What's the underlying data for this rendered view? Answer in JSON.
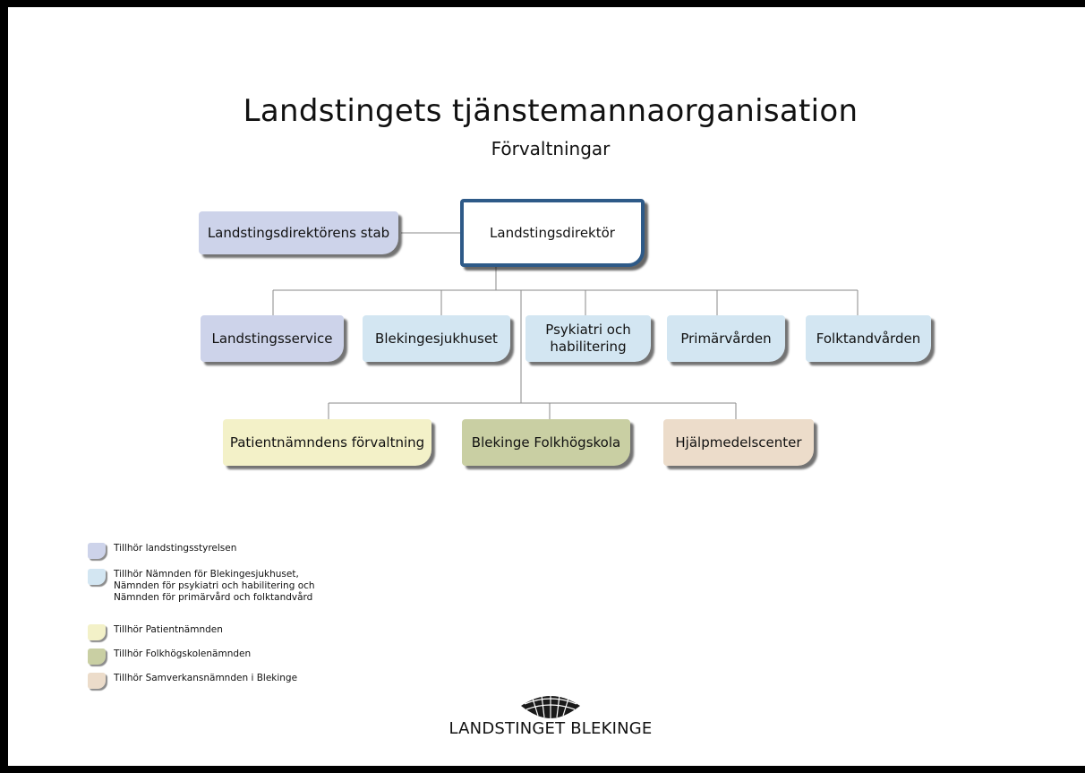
{
  "title": "Landstingets tjänstemannaorganisation",
  "subtitle": "Förvaltningar",
  "colors": {
    "styrelsen": "#cdd3ea",
    "nämnden_sjukhus": "#d3e6f2",
    "patient": "#f3f1c8",
    "folkhögskola": "#c9cfa3",
    "samverkan": "#ecdcca",
    "director_border": "#2e5a88"
  },
  "org": {
    "staff": "Landstingsdirektörens stab",
    "director": "Landstingsdirektör",
    "row1": {
      "landstingsservice": "Landstingsservice",
      "blekingesjukhuset": "Blekingesjukhuset",
      "psykiatri": "Psykiatri och habilitering",
      "primarvarden": "Primärvården",
      "folktandvarden": "Folktandvården"
    },
    "row2": {
      "patientnamnden": "Patientnämndens förvaltning",
      "folkhogskola": "Blekinge Folkhögskola",
      "hjalpmedel": "Hjälpmedelscenter"
    }
  },
  "legend": {
    "styrelsen": "Tillhör landstingsstyrelsen",
    "namnden": "Tillhör Nämnden för Blekingesjukhuset,\nNämnden för psykiatri och habilitering och\nNämnden för primärvård och folktandvård",
    "patient": "Tillhör Patientnämnden",
    "folkhogskola": "Tillhör Folkhögskolenämnden",
    "samverkan": "Tillhör Samverkansnämnden i Blekinge"
  },
  "logo": {
    "icon": "boat-hull-emblem-icon",
    "text": "LANDSTINGET BLEKINGE"
  }
}
